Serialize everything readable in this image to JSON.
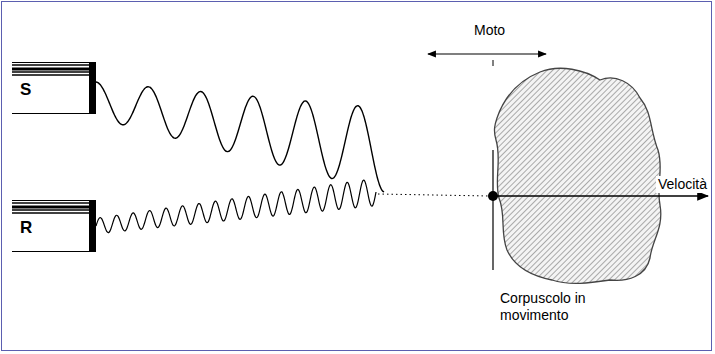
{
  "diagram": {
    "nodes": [
      {
        "text": [
          "S"
        ]
      },
      {
        "text": [
          "R"
        ]
      }
    ],
    "labels": [
      "Moto",
      "Velocità",
      "Corpuscolo in movimento"
    ]
  }
}
